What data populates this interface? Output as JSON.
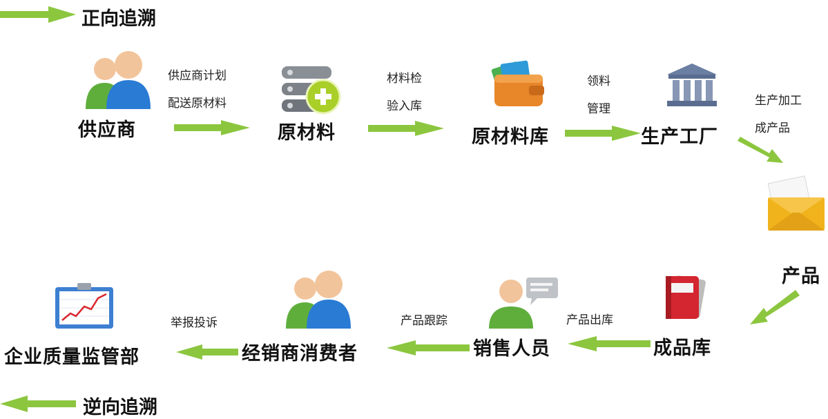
{
  "legend": {
    "forward": "正向追溯",
    "reverse": "逆向追溯",
    "arrow_color": "#8cc63f"
  },
  "nodes": {
    "supplier": {
      "label": "供应商",
      "icon": "users-icon"
    },
    "raw_material": {
      "label": "原材料",
      "icon": "server-add-icon"
    },
    "raw_warehouse": {
      "label": "原材料库",
      "icon": "wallet-icon"
    },
    "factory": {
      "label": "生产工厂",
      "icon": "bank-building-icon"
    },
    "product": {
      "label": "产品",
      "icon": "envelope-icon"
    },
    "finished_warehouse": {
      "label": "成品库",
      "icon": "red-notebook-icon"
    },
    "sales": {
      "label": "销售人员",
      "icon": "user-chat-icon"
    },
    "consumer": {
      "label": "经销商消费者",
      "icon": "users-icon"
    },
    "regulator": {
      "label": "企业质量监管部",
      "icon": "chart-clipboard-icon"
    }
  },
  "edges": {
    "supplier_to_raw": [
      "供应商计划",
      "配送原材料"
    ],
    "raw_to_warehouse": [
      "材料检",
      "验入库"
    ],
    "warehouse_to_factory": [
      "领料",
      "管理"
    ],
    "factory_to_product": [
      "生产加工",
      "成产品"
    ],
    "finished_to_sales": [
      "产品出库"
    ],
    "sales_to_consumer": [
      "产品跟踪"
    ],
    "consumer_to_regulator": [
      "举报投诉"
    ]
  }
}
